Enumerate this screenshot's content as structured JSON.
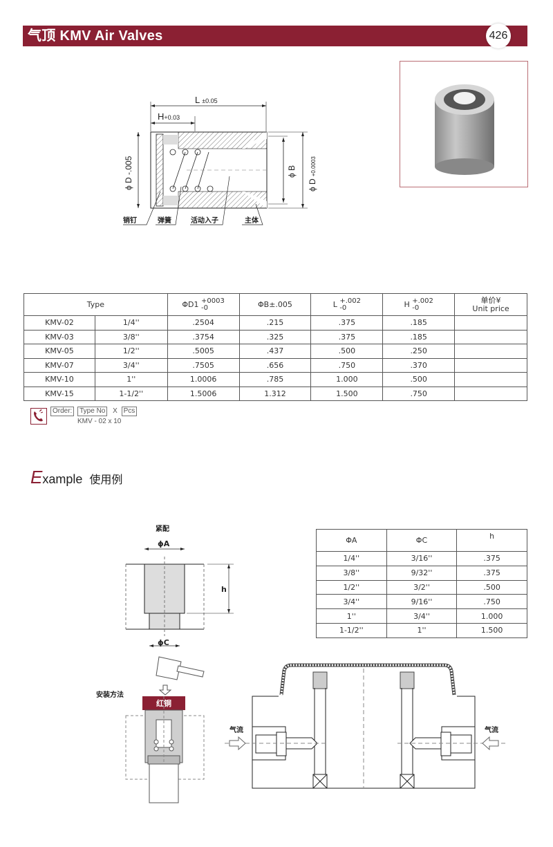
{
  "header": {
    "title": "气顶 KMV Air Valves",
    "page_number": "426",
    "accent_color": "#8b2033"
  },
  "diagram_top": {
    "dimensions": {
      "L": "L",
      "L_tol": "±0.05",
      "H": "H",
      "H_tol": "+0.03",
      "D_left": "ϕ D -.005",
      "B": "ϕ B",
      "D_right": "ϕ D",
      "D_right_tol_plus": "+0.0003",
      "D_right_tol_minus": "-0"
    },
    "callouts": [
      "销钉",
      "弹簧",
      "活动入子",
      "主体"
    ]
  },
  "photo": {
    "alt": "KMV air valve product photo"
  },
  "spec_table": {
    "headers": {
      "type": "Type",
      "d1": "ΦD1",
      "d1_tol_plus": "+0003",
      "d1_tol_minus": "-0",
      "b": "ΦB±.005",
      "l": "L",
      "l_tol_plus": "+.002",
      "l_tol_minus": "-0",
      "h": "H",
      "h_tol_plus": "+.002",
      "h_tol_minus": "-0",
      "price_zh": "单价¥",
      "price_en": "Unit price"
    },
    "rows": [
      {
        "model": "KMV-02",
        "size": "1/4''",
        "d1": ".2504",
        "b": ".215",
        "l": ".375",
        "h": ".185",
        "price": ""
      },
      {
        "model": "KMV-03",
        "size": "3/8''",
        "d1": ".3754",
        "b": ".325",
        "l": ".375",
        "h": ".185",
        "price": ""
      },
      {
        "model": "KMV-05",
        "size": "1/2''",
        "d1": ".5005",
        "b": ".437",
        "l": ".500",
        "h": ".250",
        "price": ""
      },
      {
        "model": "KMV-07",
        "size": "3/4''",
        "d1": ".7505",
        "b": ".656",
        "l": ".750",
        "h": ".370",
        "price": ""
      },
      {
        "model": "KMV-10",
        "size": "1''",
        "d1": "1.0006",
        "b": ".785",
        "l": "1.000",
        "h": ".500",
        "price": ""
      },
      {
        "model": "KMV-15",
        "size": "1-1/2''",
        "d1": "1.5006",
        "b": "1.312",
        "l": "1.500",
        "h": ".750",
        "price": ""
      }
    ]
  },
  "order": {
    "icon": "phone-icon",
    "label": "Order:",
    "type_no": "Type No",
    "times": "X",
    "pcs": "Pcs",
    "example": "KMV - 02  x 10"
  },
  "example": {
    "big_letter": "E",
    "rest": "xample",
    "zh": "使用例"
  },
  "fit_diagram": {
    "title": "紧配",
    "a": "ϕA",
    "c": "ϕC",
    "h": "h"
  },
  "fit_table": {
    "headers": [
      "ΦA",
      "ΦC",
      "h"
    ],
    "rows": [
      [
        "1/4''",
        "3/16''",
        ".375"
      ],
      [
        "3/8''",
        "9/32''",
        ".375"
      ],
      [
        "1/2''",
        "3/2''",
        ".500"
      ],
      [
        "3/4''",
        "9/16''",
        ".750"
      ],
      [
        "1''",
        "3/4''",
        "1.000"
      ],
      [
        "1-1/2''",
        "1''",
        "1.500"
      ]
    ]
  },
  "install": {
    "label": "安装方法",
    "copper_label": "红铜"
  },
  "airflow": {
    "left_label": "气流",
    "right_label": "气流"
  }
}
